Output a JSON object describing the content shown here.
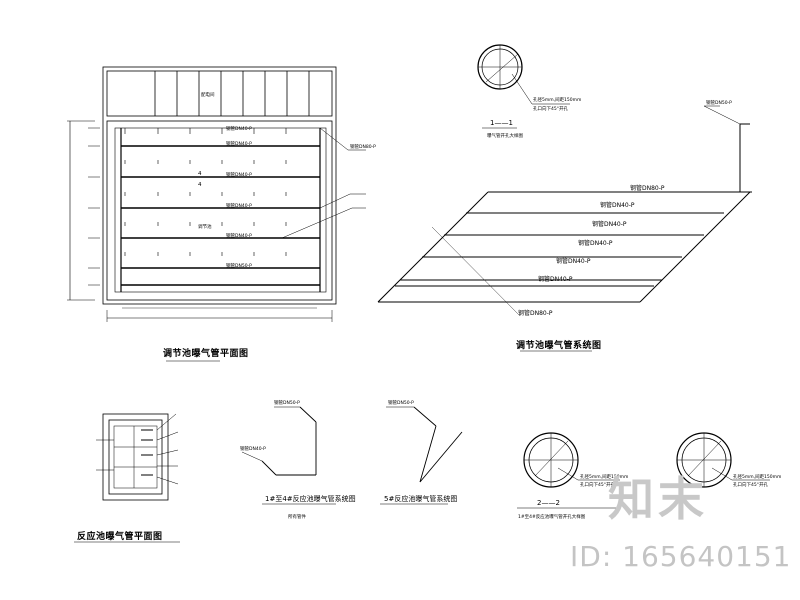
{
  "drawing": {
    "plan_title": "调节池曝气管平面图",
    "system_title": "调节池曝气管系统图",
    "reactor_title": "反应池曝气管平面图",
    "detail1_title": "1#至4#反应池曝气管系统图",
    "detail1_sub": "所有管件",
    "detail2_title": "5#反应池曝气管系统图",
    "section1_title": "1——1",
    "section1_sub": "曝气管开孔大样图",
    "section2_title": "2——2",
    "section2_sub": "1#至4#反应池曝气管开孔大样图",
    "tank_label": "调节池",
    "room_label": "配电间",
    "pipe_labels": [
      "钢管DN40-P",
      "钢管DN40-P",
      "钢管DN40-P",
      "钢管DN40-P",
      "钢管DN40-P",
      "钢管DN50-P",
      "钢管DN80-P",
      "钢管DN80-P"
    ],
    "section_labels": [
      "孔径5mm,间距150mm",
      "孔口向下45°开孔"
    ],
    "plan_mark": "4"
  },
  "watermark": {
    "logo": "知末",
    "id": "ID: 165640151"
  }
}
